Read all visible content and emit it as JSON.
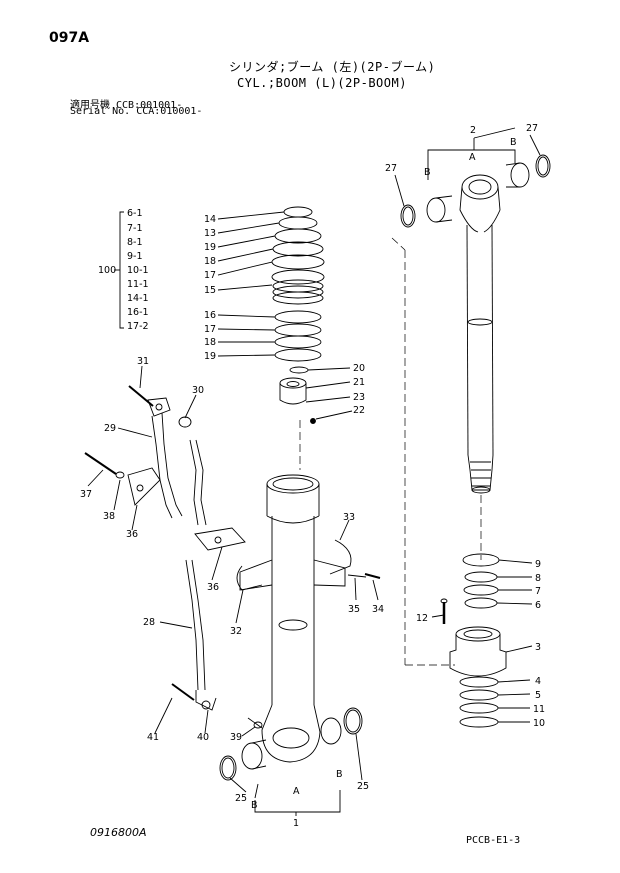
{
  "header": {
    "page_code": "097A",
    "title_jp": "シリンダ;ブーム (左)(2P-ブーム)",
    "title_en": "CYL.;BOOM (L)(2P-BOOM)",
    "serial_line1": "適用号機 CCB:001001-",
    "serial_line2": "Serial No. CCA:010001-"
  },
  "footer": {
    "figure_code": "0916800A",
    "sheet_ref": "PCCB-E1-3"
  },
  "kit": {
    "group_number": "100",
    "items": [
      "6-1",
      "7-1",
      "8-1",
      "9-1",
      "10-1",
      "11-1",
      "14-1",
      "16-1",
      "17-2"
    ]
  },
  "callouts": {
    "c1": "1",
    "c2": "2",
    "c3": "3",
    "c4": "4",
    "c5": "5",
    "c6": "6",
    "c7": "7",
    "c8": "8",
    "c9": "9",
    "c10": "10",
    "c11": "11",
    "c12": "12",
    "c13": "13",
    "c14": "14",
    "c15": "15",
    "c16": "16",
    "c17a": "17",
    "c17b": "17",
    "c18a": "18",
    "c18b": "18",
    "c19a": "19",
    "c19b": "19",
    "c20": "20",
    "c21": "21",
    "c22": "22",
    "c23": "23",
    "c25a": "25",
    "c25b": "25",
    "c27a": "27",
    "c27b": "27",
    "c28": "28",
    "c29": "29",
    "c30": "30",
    "c31": "31",
    "c32": "32",
    "c33": "33",
    "c34": "34",
    "c35": "35",
    "c36a": "36",
    "c36b": "36",
    "c37": "37",
    "c38": "38",
    "c39": "39",
    "c40": "40",
    "c41": "41"
  },
  "letters": {
    "top_a": "A",
    "top_b1": "B",
    "top_b2": "B",
    "bot_a": "A",
    "bot_b1": "B",
    "bot_b2": "B"
  }
}
